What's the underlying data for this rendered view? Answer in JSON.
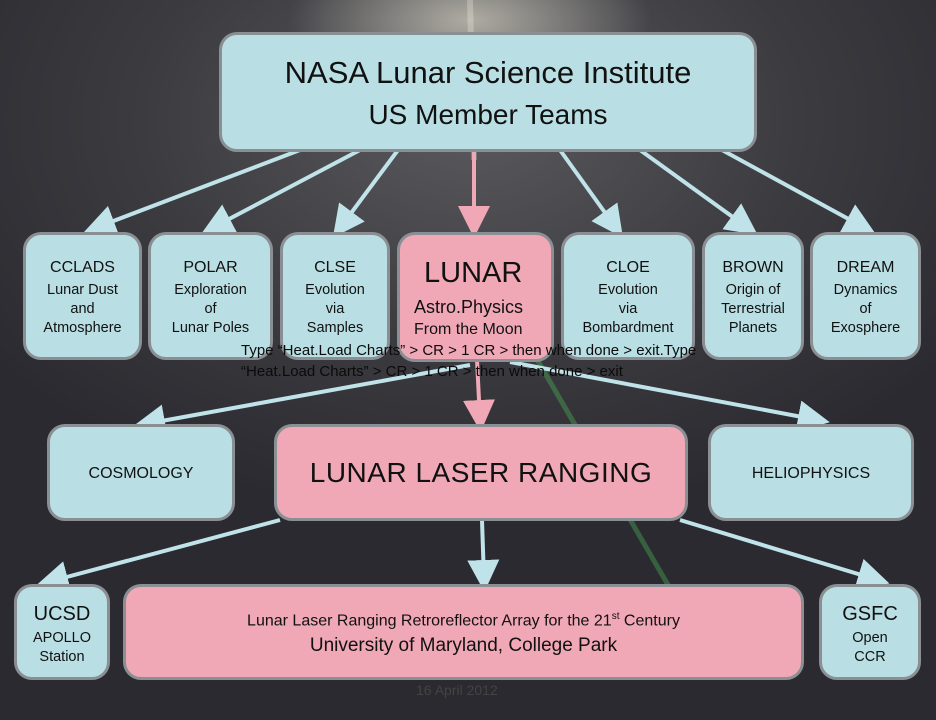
{
  "header": {
    "title": "NASA Lunar Science Institute",
    "subtitle": "US Member Teams"
  },
  "teams": [
    {
      "name": "CCLADS",
      "desc": [
        "Lunar Dust",
        "and",
        "Atmosphere"
      ]
    },
    {
      "name": "POLAR",
      "desc": [
        "Exploration",
        "of",
        "Lunar Poles"
      ]
    },
    {
      "name": "CLSE",
      "desc": [
        "Evolution",
        "via",
        "Samples"
      ]
    },
    {
      "name": "CLOE",
      "desc": [
        "Evolution",
        "via",
        "Bombardment"
      ]
    },
    {
      "name": "BROWN",
      "desc": [
        "Origin of",
        "Terrestrial",
        "Planets"
      ]
    },
    {
      "name": "DREAM",
      "desc": [
        "Dynamics",
        "of",
        "Exosphere"
      ]
    }
  ],
  "lunar_team": {
    "name": "LUNAR",
    "line1": "Astro.Physics",
    "line2": "From the Moon"
  },
  "overlay_text": "Type “Heat.Load Charts” > CR > 1 CR > then when done > exit.Type “Heat.Load Charts” > CR > 1 CR > then when done > exit",
  "middle": {
    "left": "COSMOLOGY",
    "center": "LUNAR LASER RANGING",
    "right": "HELIOPHYSICS"
  },
  "bottom": {
    "left": {
      "name": "UCSD",
      "desc": [
        "APOLLO",
        "Station"
      ]
    },
    "center": {
      "title_main": "Lunar Laser Ranging Retroreflector Array for the 21",
      "title_sup": "st",
      "title_end": " Century",
      "institution": "University of Maryland, College Park"
    },
    "right": {
      "name": "GSFC",
      "desc": [
        "Open",
        "CCR"
      ]
    }
  },
  "footer": {
    "date": "16 April  2012"
  },
  "colors": {
    "blue_box": "#b9dfe4",
    "pink_box": "#f0a8b6",
    "blue_arrow": "#bfe3e9",
    "pink_arrow": "#f0a8b6"
  }
}
